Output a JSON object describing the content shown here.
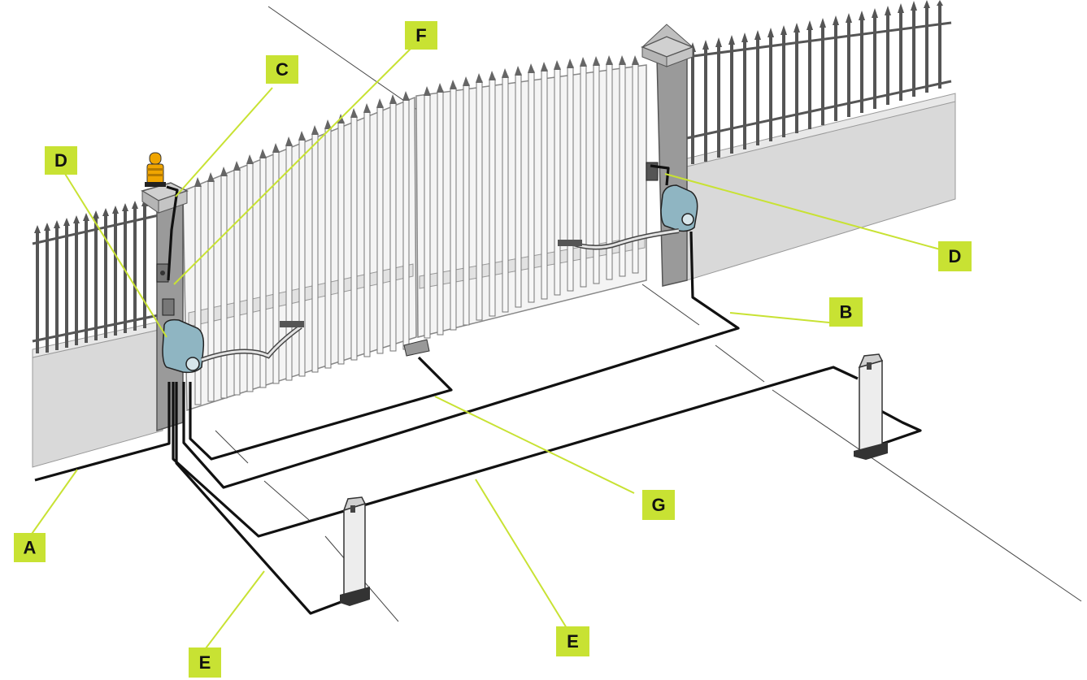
{
  "colors": {
    "label_background": "#c8e233",
    "leader_line": "#c8e233",
    "cable": "#111111",
    "operator_body": "#8fb5c2",
    "flashing_light": "#f0a500",
    "wall": "#d9d9d9",
    "gate": "#efefef"
  },
  "callouts": {
    "a": {
      "label": "A",
      "icon": "cable-callout"
    },
    "b": {
      "label": "B",
      "icon": "cable-callout"
    },
    "c": {
      "label": "C",
      "icon": "flashing-light-callout"
    },
    "d_left": {
      "label": "D",
      "icon": "operator-callout"
    },
    "d_right": {
      "label": "D",
      "icon": "operator-callout"
    },
    "e_left": {
      "label": "E",
      "icon": "photocell-callout"
    },
    "e_right": {
      "label": "E",
      "icon": "photocell-callout"
    },
    "f": {
      "label": "F",
      "icon": "key-selector-callout"
    },
    "g": {
      "label": "G",
      "icon": "gate-stop-callout"
    }
  }
}
